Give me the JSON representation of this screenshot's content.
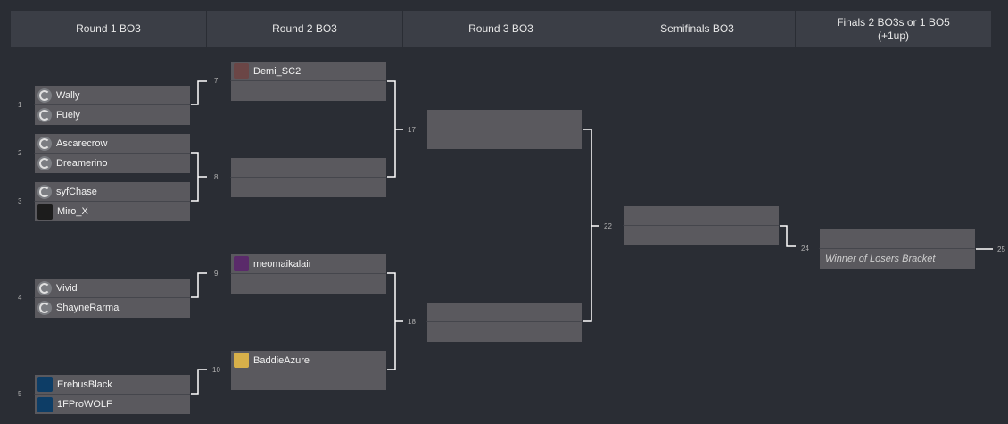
{
  "header": {
    "round1": "Round 1 BO3",
    "round2": "Round 2 BO3",
    "round3": "Round 3 BO3",
    "semis": "Semifinals BO3",
    "finals": "Finals 2 BO3s or 1 BO5",
    "finals_sub": "(+1up)"
  },
  "seeds": [
    "1",
    "2",
    "3",
    "4",
    "5"
  ],
  "matches": {
    "m1": {
      "p1": "Wally",
      "p2": "Fuely"
    },
    "m2": {
      "p1": "Ascarecrow",
      "p2": "Dreamerino"
    },
    "m3": {
      "p1": "syfChase",
      "p2": "Miro_X"
    },
    "m4": {
      "p1": "Vivid",
      "p2": "ShayneRarma"
    },
    "m5": {
      "p1": "ErebusBlack",
      "p2": "1FProWOLF"
    },
    "m7": {
      "num": "7",
      "p1": "Demi_SC2",
      "p2": ""
    },
    "m8": {
      "num": "8",
      "p1": "",
      "p2": ""
    },
    "m9": {
      "num": "9",
      "p1": "meomaikalair",
      "p2": ""
    },
    "m10": {
      "num": "10",
      "p1": "BaddieAzure",
      "p2": ""
    },
    "m17": {
      "num": "17",
      "p1": "",
      "p2": ""
    },
    "m18": {
      "num": "18",
      "p1": "",
      "p2": ""
    },
    "m22": {
      "num": "22",
      "p1": "",
      "p2": ""
    },
    "m24": {
      "num": "24",
      "p1": "",
      "p2": "Winner of Losers Bracket"
    },
    "m25": {
      "num": "25"
    }
  },
  "icons": {
    "m1p1": "terran-icon",
    "m1p2": "terran-icon",
    "m2p1": "terran-icon",
    "m2p2": "terran-icon",
    "m3p1": "terran-icon",
    "m3p2": "player-avatar-icon",
    "m4p1": "terran-icon",
    "m4p2": "terran-icon",
    "m5p1": "team-logo-icon",
    "m5p2": "team-logo-icon",
    "m7p1": "player-avatar-icon",
    "m9p1": "player-avatar-icon",
    "m10p1": "player-avatar-icon"
  },
  "colors": {
    "background": "#2a2d34",
    "header": "#3b3e46",
    "slot": "#5a595e",
    "connector": "#ffffff"
  }
}
